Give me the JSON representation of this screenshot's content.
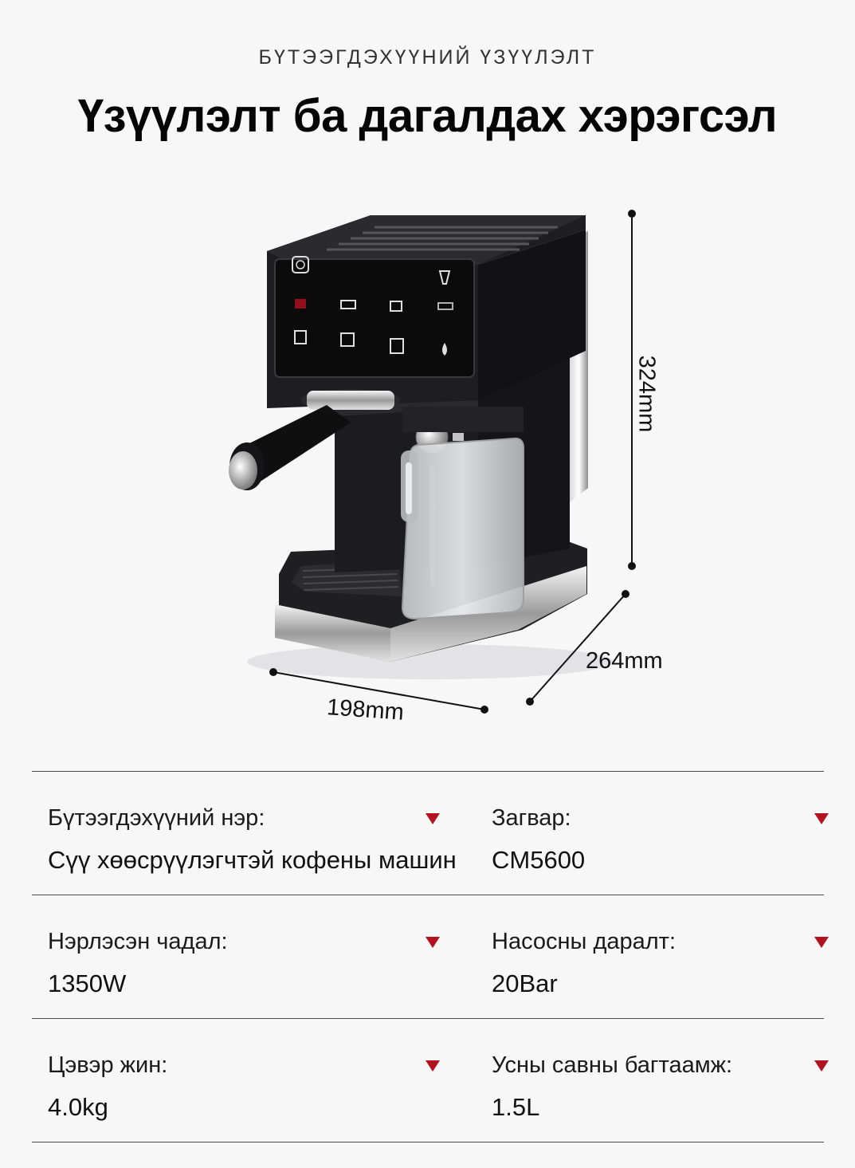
{
  "header": {
    "eyebrow": "БҮТЭЭГДЭХҮҮНИЙ ҮЗҮҮЛЭЛТ",
    "title": "Үзүүлэлт ба дагалдах хэрэгсэл"
  },
  "dimensions": {
    "height": "324mm",
    "depth": "264mm",
    "width": "198mm"
  },
  "specs": [
    {
      "label": "Бүтээгдэхүүний нэр:",
      "value": "Сүү хөөсрүүлэгчтэй кофены машин"
    },
    {
      "label": "Загвар:",
      "value": "CM5600"
    },
    {
      "label": "Нэрлэсэн чадал:",
      "value": "1350W"
    },
    {
      "label": "Насосны даралт:",
      "value": "20Bar"
    },
    {
      "label": "Цэвэр жин:",
      "value": "4.0kg"
    },
    {
      "label": "Усны савны багтаамж:",
      "value": "1.5L"
    }
  ],
  "colors": {
    "marker": "#b3121f",
    "machine_body": "#1b1b1d",
    "background": "#f7f7f8"
  }
}
